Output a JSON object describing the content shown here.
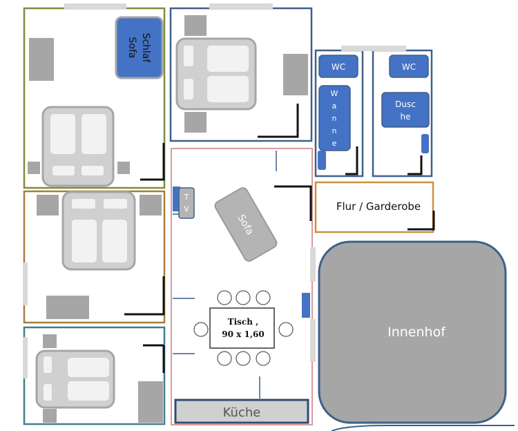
{
  "rooms": {
    "flur": "Flur / Garderobe",
    "innenhof": "Innenhof",
    "kueche": "Küche"
  },
  "furniture": {
    "schlafsofa_line1": "Schlaf",
    "schlafsofa_line2": "Sofa",
    "wc_left": "WC",
    "wc_right": "WC",
    "wanne_letters": [
      "W",
      "a",
      "n",
      "n",
      "e"
    ],
    "dusche_line1": "Dusc",
    "dusche_line2": "he",
    "tv_letters": [
      "T",
      "V"
    ],
    "sofa": "Sofa",
    "tisch_line1": "Tisch ,",
    "tisch_line2": "90 x 1,60"
  },
  "colors": {
    "blue_furniture": "#4472c4",
    "grey_furniture": "#bfbfbf",
    "dark_grey": "#a6a6a6",
    "courtyard": "#a6a6a6",
    "wall_green": "#7f8c3f",
    "wall_blue": "#3e5f8a",
    "wall_brown": "#a97b3f",
    "wall_teal": "#3f7f8c",
    "wall_red": "#d99a9a",
    "wall_orange": "#c9903e"
  }
}
